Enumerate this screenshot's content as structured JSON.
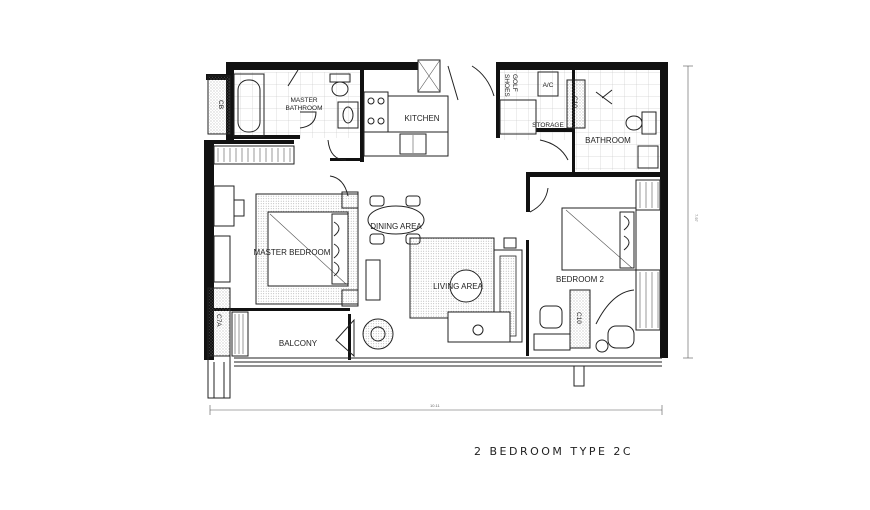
{
  "plan": {
    "title": "2 BEDROOM TYPE 2C",
    "rooms": {
      "master_bathroom": [
        "MASTER",
        "BATHROOM"
      ],
      "kitchen": "KITCHEN",
      "shoes_golf": [
        "SHOES",
        "GOLF"
      ],
      "ac": "A/C",
      "storage": "STORAGE",
      "bathroom": "BATHROOM",
      "master_bedroom": "MASTER BEDROOM",
      "dining_area": "DINING AREA",
      "living_area": "LIVING AREA",
      "bedroom_2": "BEDROOM 2",
      "balcony": "BALCONY"
    },
    "closets": {
      "cb": "CB",
      "c10_a": "C10",
      "c10_b": "C10",
      "c7a": "C7A"
    },
    "dimensions": {
      "height": "7.97",
      "width": "10.11"
    }
  }
}
